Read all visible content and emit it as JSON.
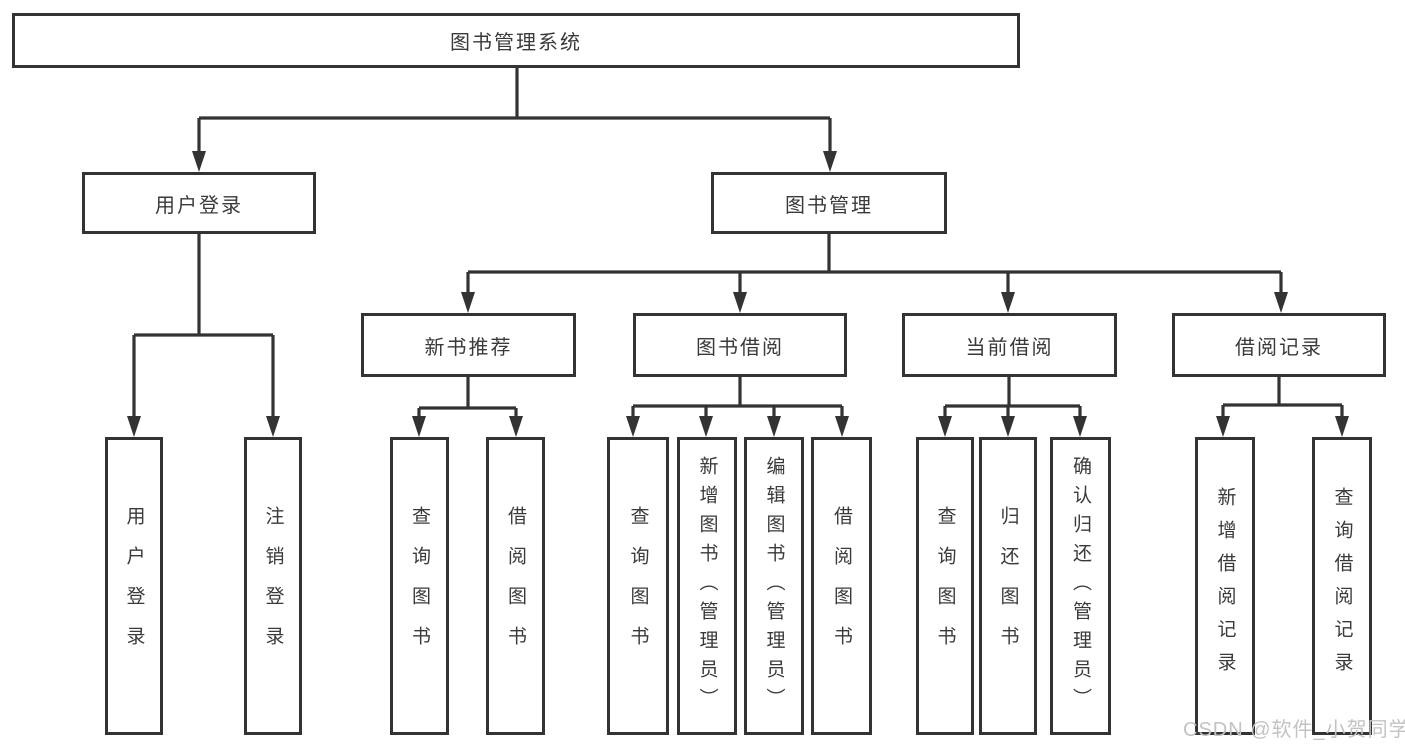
{
  "diagram_type": "hierarchy-tree",
  "colors": {
    "line": "#333333",
    "box_border": "#333333",
    "text": "#3a3a3a",
    "background": "#ffffff",
    "watermark": "#c3c3c3"
  },
  "watermark": {
    "text": "CSDN @软件_小贺同学"
  },
  "nodes": {
    "root": {
      "label": "图书管理系统"
    },
    "user_login": {
      "label": "用户登录"
    },
    "book_mgmt": {
      "label": "图书管理"
    },
    "new_book_rec": {
      "label": "新书推荐"
    },
    "book_borrow": {
      "label": "图书借阅"
    },
    "current_borrow": {
      "label": "当前借阅"
    },
    "borrow_record": {
      "label": "借阅记录"
    },
    "leaf_user_login": {
      "label": "用户登录"
    },
    "leaf_logout": {
      "label": "注销登录"
    },
    "nbr_query": {
      "label": "查询图书"
    },
    "nbr_borrow": {
      "label": "借阅图书"
    },
    "bb_query": {
      "label": "查询图书"
    },
    "bb_add": {
      "label": "新增图书（管理员）"
    },
    "bb_edit": {
      "label": "编辑图书（管理员）"
    },
    "bb_borrow": {
      "label": "借阅图书"
    },
    "cb_query": {
      "label": "查询图书"
    },
    "cb_return": {
      "label": "归还图书"
    },
    "cb_confirm": {
      "label": "确认归还（管理员）"
    },
    "br_add": {
      "label": "新增借阅记录"
    },
    "br_query": {
      "label": "查询借阅记录"
    }
  },
  "hierarchy": {
    "图书管理系统": {
      "用户登录": [
        "用户登录",
        "注销登录"
      ],
      "图书管理": {
        "新书推荐": [
          "查询图书",
          "借阅图书"
        ],
        "图书借阅": [
          "查询图书",
          "新增图书（管理员）",
          "编辑图书（管理员）",
          "借阅图书"
        ],
        "当前借阅": [
          "查询图书",
          "归还图书",
          "确认归还（管理员）"
        ],
        "借阅记录": [
          "新增借阅记录",
          "查询借阅记录"
        ]
      }
    }
  }
}
